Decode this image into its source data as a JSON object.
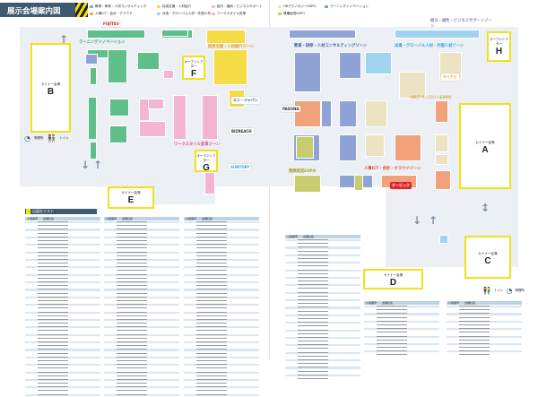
{
  "header": {
    "title": "展示会場案内図"
  },
  "legend": [
    {
      "label": "教育・研修・人材コンサルティング",
      "color": "#8fa3d6"
    },
    {
      "label": "人事ICT・会計・クラウド",
      "color": "#f2a27a"
    },
    {
      "label": "採用支援・人材紹介",
      "color": "#f5dc45"
    },
    {
      "label": "派遣・グローバル人材・外国人材",
      "color": "#9fd3f0"
    },
    {
      "label": "給与・福利・ビジネスサポート",
      "color": "#d7c8e3"
    },
    {
      "label": "ワークスタイル変革",
      "color": "#f3b5cf"
    },
    {
      "label": "HRテクノロジーEXPO",
      "color": "#ece3c3"
    },
    {
      "label": "健康経営EXPO",
      "color": "#c9cc6e"
    },
    {
      "label": "ラーニングイノベーション",
      "color": "#5fbf8a"
    }
  ],
  "zones": {
    "learning": "ラーニングイノベーション",
    "recruit": "採用支援・人材紹介ゾーン",
    "education": "教育・研修・人材コンサルティングゾーン",
    "dispatch": "派遣・グローバル人材・外国人材ゾーン",
    "payroll": "給与・福利・ビジネスサポートゾーン",
    "hrtech": "HRテクノロジーEXPO",
    "ict": "人事ICT・会計・クラウドゾーン",
    "health": "健康経営EXPO",
    "workstyle": "ワークスタイル変革ゾーン"
  },
  "halls": {
    "caption": "セミナー会場",
    "open_caption": "オープンシアター",
    "A": "A",
    "B": "B",
    "C": "C",
    "D": "D",
    "E": "E",
    "F": "F",
    "G": "G",
    "H": "H"
  },
  "logos": {
    "suntory": "SUNTORY",
    "pasona": "PASONA",
    "bizreach": "BIZREACH",
    "obic": "オービック",
    "enjapan": "エン・ジャパン",
    "mynavi": "マイナビ",
    "fujitsu": "FUJITSU"
  },
  "facilities": {
    "toilet": "トイレ",
    "smoking": "喫煙所"
  },
  "list": {
    "title": "出展社リスト",
    "col_no": "小間番号",
    "col_name": "出展社名"
  }
}
